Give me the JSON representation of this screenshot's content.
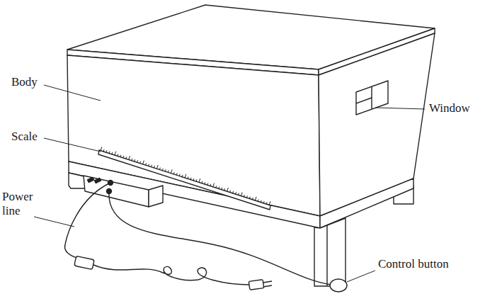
{
  "diagram": {
    "labels": [
      "Body",
      "Scale",
      "Window",
      "Power line",
      "Control button"
    ]
  }
}
